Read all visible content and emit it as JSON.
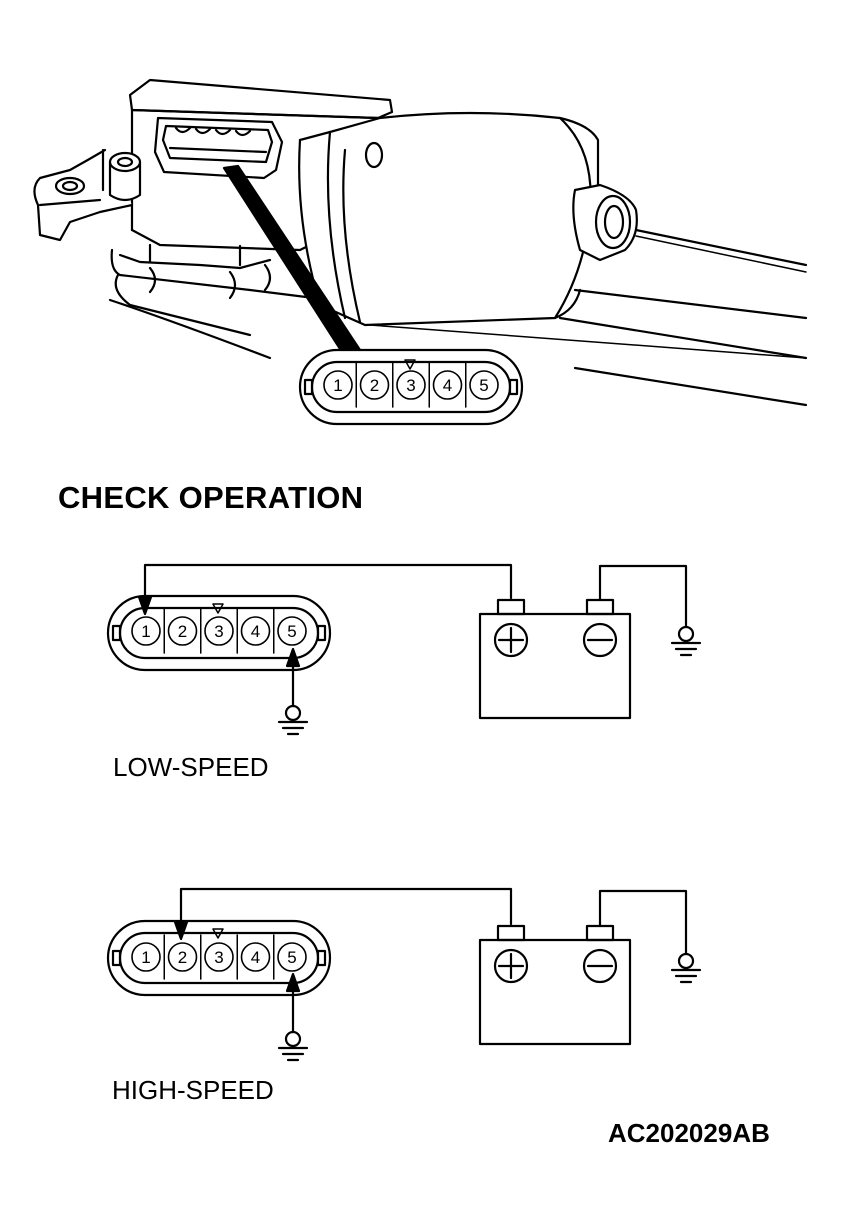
{
  "heading": "CHECK OPERATION",
  "connector": {
    "pins": [
      "1",
      "2",
      "3",
      "4",
      "5"
    ]
  },
  "tests": [
    {
      "label": "LOW-SPEED",
      "positive_pin": "1",
      "ground_pin": "5"
    },
    {
      "label": "HIGH-SPEED",
      "positive_pin": "2",
      "ground_pin": "5"
    }
  ],
  "battery": {
    "positive_symbol": "+",
    "negative_symbol": "−"
  },
  "figure_code": "AC202029AB"
}
